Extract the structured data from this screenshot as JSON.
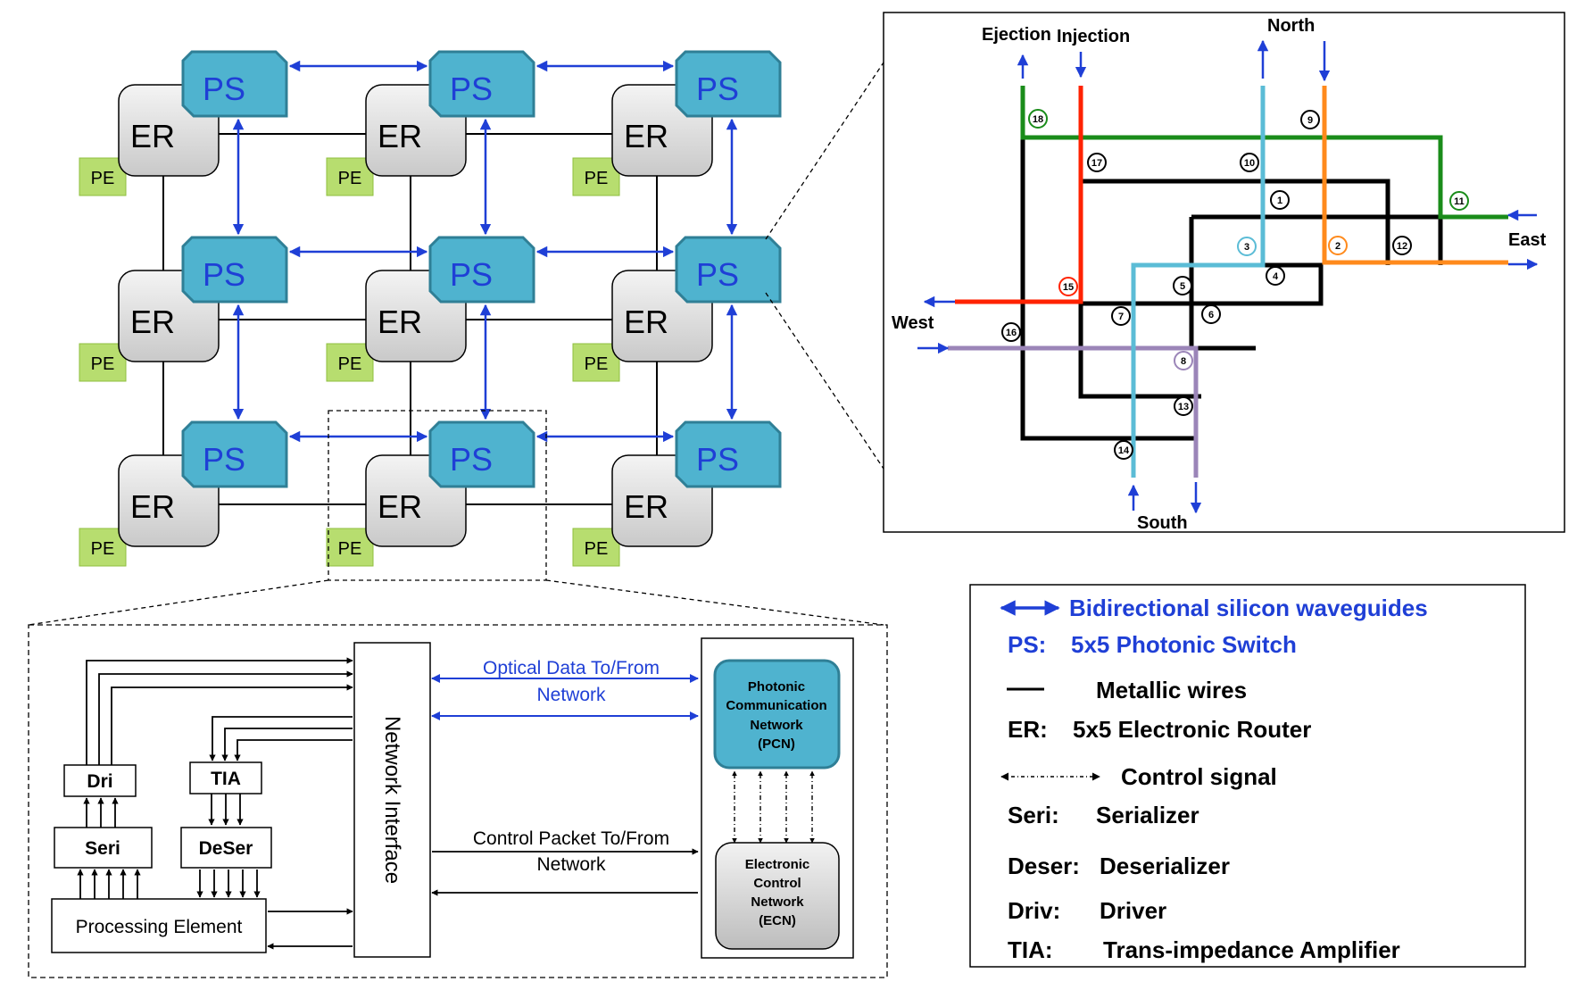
{
  "mesh": {
    "ps_label": "PS",
    "er_label": "ER",
    "pe_label": "PE"
  },
  "router": {
    "ports": {
      "ejection": "Ejection",
      "injection": "Injection",
      "north": "North",
      "east": "East",
      "west": "West",
      "south": "South"
    },
    "switch_numbers": [
      "1",
      "2",
      "3",
      "4",
      "5",
      "6",
      "7",
      "8",
      "9",
      "10",
      "11",
      "12",
      "13",
      "14",
      "15",
      "16",
      "17",
      "18"
    ],
    "colors": {
      "green": "#1a8c1a",
      "red": "#ff2200",
      "cyan": "#5bbcd6",
      "orange": "#ff8a1c",
      "purple": "#9b85b8",
      "black": "#000000"
    }
  },
  "node": {
    "dri": "Dri",
    "tia": "TIA",
    "seri": "Seri",
    "deser": "DeSer",
    "processing_element": "Processing Element",
    "network_interface": "Network Interface",
    "optical_data_line1": "Optical Data To/From",
    "optical_data_line2": "Network",
    "control_packet_line1": "Control Packet To/From",
    "control_packet_line2": "Network",
    "pcn_lines": [
      "Photonic",
      "Communication",
      "Network",
      "(PCN)"
    ],
    "ecn_lines": [
      "Electronic",
      "Control",
      "Network",
      "(ECN)"
    ]
  },
  "legend": {
    "waveguides": "Bidirectional silicon waveguides",
    "ps_key": "PS:",
    "ps_desc": "5x5 Photonic Switch",
    "wires": "Metallic wires",
    "er_key": "ER:",
    "er_desc": "5x5 Electronic Router",
    "control": "Control signal",
    "seri_key": "Seri:",
    "seri_desc": "Serializer",
    "deser_key": "Deser:",
    "deser_desc": "Deserializer",
    "driv_key": "Driv:",
    "driv_desc": "Driver",
    "tia_key": "TIA:",
    "tia_desc": "Trans-impedance Amplifier"
  },
  "colors": {
    "ps_fill": "#4fb3cf",
    "ps_stroke": "#2f7f96",
    "ps_text": "#1f3fd6",
    "er_fill": "#dcdcdc",
    "pe_fill": "#b7dd6f",
    "pe_stroke": "#8fbf3f",
    "waveguide": "#1f3fd6",
    "legend_blue": "#1f3fd6"
  }
}
